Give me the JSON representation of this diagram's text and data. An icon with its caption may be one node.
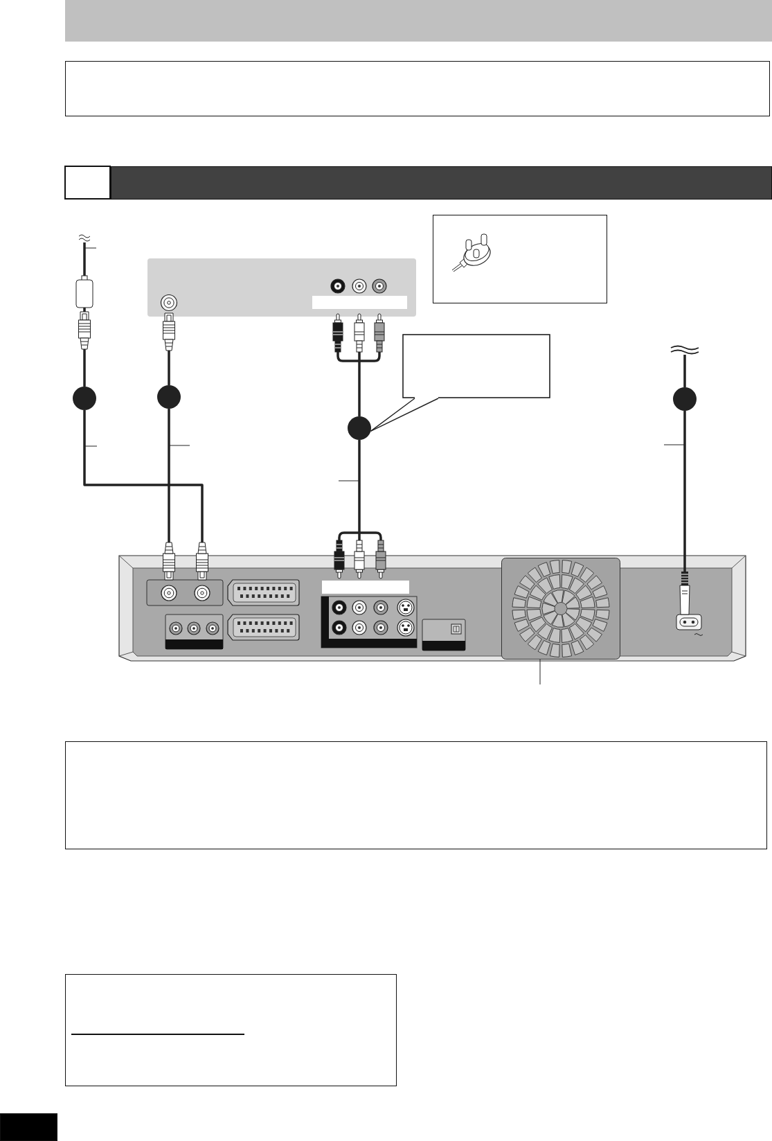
{
  "diagram": {
    "nodes": [
      {
        "text": [],
        "shape": "bar"
      },
      {
        "text": [],
        "shape": "box"
      },
      {
        "text": [],
        "shape": "box"
      },
      {
        "text": [],
        "shape": "bar"
      },
      {
        "text": [],
        "shape": "box"
      },
      {
        "text": [],
        "shape": "box"
      },
      {
        "text": [],
        "shape": "box"
      },
      {
        "text": [],
        "shape": "circle"
      },
      {
        "text": [],
        "shape": "circle"
      },
      {
        "text": [],
        "shape": "circle"
      },
      {
        "text": [],
        "shape": "circle"
      },
      {
        "text": [],
        "shape": "box"
      },
      {
        "text": [],
        "shape": "picture",
        "in": 11
      },
      {
        "text": [],
        "shape": "box"
      },
      {
        "text": [],
        "shape": "box"
      },
      {
        "text": [],
        "shape": "box"
      }
    ],
    "edges": [
      {
        "from": null,
        "to": 7,
        "arrow": "none"
      },
      {
        "from": 7,
        "to": 11,
        "arrow": "other"
      },
      {
        "from": 4,
        "to": 8,
        "arrow": "other"
      },
      {
        "from": 8,
        "to": 11,
        "arrow": "other"
      },
      {
        "from": 4,
        "to": 9,
        "arrow": "other"
      },
      {
        "from": 9,
        "to": 11,
        "arrow": "other"
      },
      {
        "from": 6,
        "to": 9,
        "arrow": "none"
      },
      {
        "from": null,
        "to": 10,
        "arrow": "none"
      },
      {
        "from": 10,
        "to": 11,
        "arrow": "none"
      },
      {
        "from": null,
        "to": 12,
        "arrow": "none"
      }
    ]
  }
}
